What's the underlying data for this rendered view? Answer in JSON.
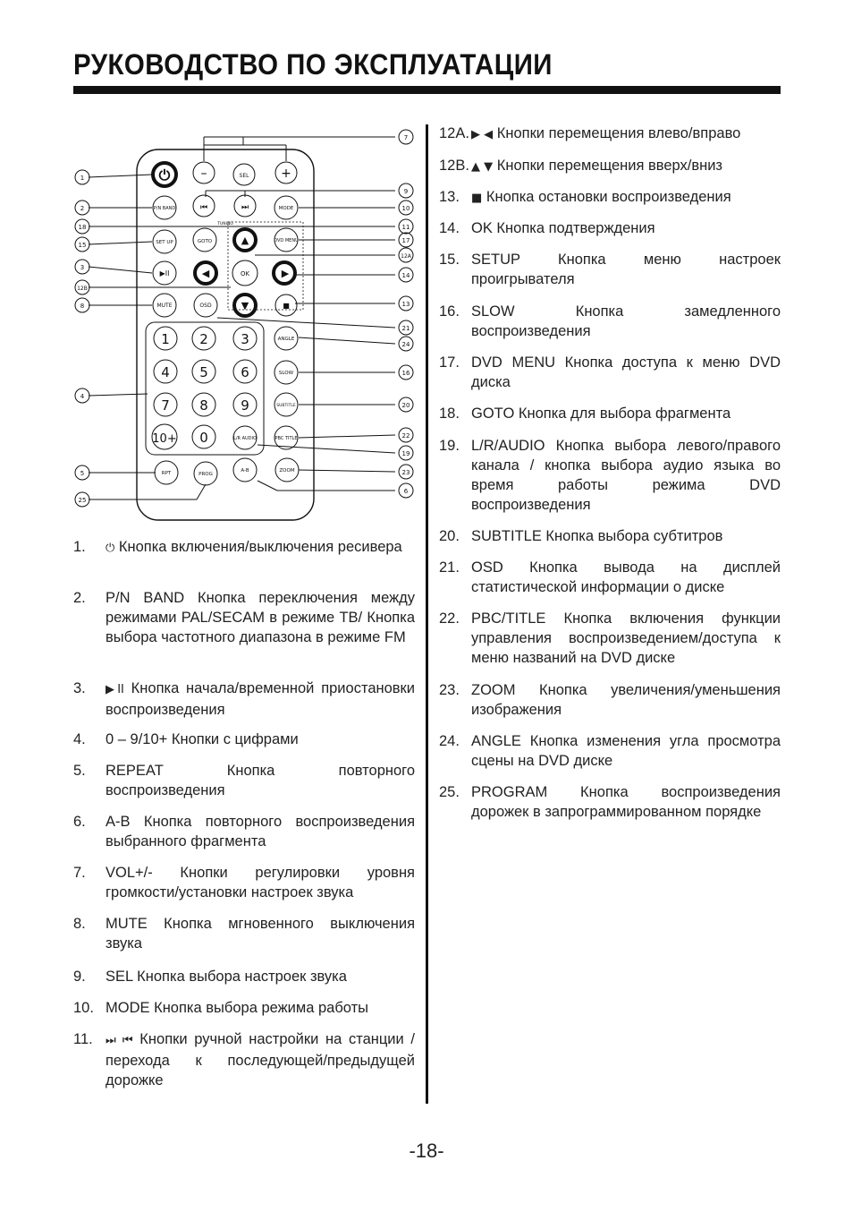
{
  "header": {
    "title": "РУКОВОДСТВО ПО ЭКСПЛУАТАЦИИ"
  },
  "remote": {
    "buttons": {
      "power_symbol": "⏻",
      "vol_minus": "–",
      "sel": "SEL",
      "vol_plus": "+",
      "pn_band": "P/N BAND",
      "prev": "⏮",
      "next": "⏭",
      "mode": "MODE",
      "tuning": "TUNING",
      "setup": "SET UP",
      "goto": "GOTO",
      "up": "▲",
      "dvd_menu": "DVD MENU",
      "play_pause": "▶II",
      "left": "◀",
      "ok": "OK",
      "right": "▶",
      "mute": "MUTE",
      "osd": "OSD",
      "down": "▼",
      "stop": "■",
      "digits": [
        "1",
        "2",
        "3",
        "4",
        "5",
        "6",
        "7",
        "8",
        "9",
        "10+",
        "0"
      ],
      "angle": "ANGLE",
      "slow": "SLOW",
      "subtitle": "SUBTITLE",
      "lr_audio": "L/R AUDIO",
      "pbc_title": "PBC TITLE",
      "rpt": "RPT",
      "prog": "PROG",
      "ab": "A-B",
      "zoom": "ZOOM"
    },
    "callouts_left": [
      "1",
      "2",
      "18",
      "15",
      "3",
      "12B",
      "8",
      "4",
      "5",
      "25"
    ],
    "callouts_right": [
      "7",
      "9",
      "10",
      "11",
      "17",
      "12A",
      "14",
      "13",
      "21",
      "24",
      "16",
      "20",
      "22",
      "19",
      "23",
      "6"
    ]
  },
  "left_list": [
    {
      "num": "1.",
      "symbol": "⏻",
      "text": "Кнопка включения/выключения ресивера"
    },
    {
      "num": "2.",
      "text": "P/N BAND Кнопка переключения между режимами PAL/SECAM в режиме ТВ/ Кнопка выбора частотного диапазона в режиме FM"
    },
    {
      "num": "3.",
      "symbol": "▶II",
      "text": "Кнопка начала/временной приостановки воспроизведения"
    },
    {
      "num": "4.",
      "text": "0 – 9/10+ Кнопки с цифрами"
    },
    {
      "num": "5.",
      "text": "REPEAT Кнопка повторного воспроизведения"
    },
    {
      "num": "6.",
      "text": "A-B Кнопка повторного воспроизведения выбранного фрагмента"
    },
    {
      "num": "7.",
      "text": "VOL+/- Кнопки регулировки уровня громкости/установки настроек звука"
    },
    {
      "num": "8.",
      "text": "MUTE Кнопка мгновенного выключения звука"
    },
    {
      "num": "9.",
      "text": "SEL Кнопка выбора настроек звука"
    },
    {
      "num": "10.",
      "text": "MODE Кнопка выбора режима работы"
    },
    {
      "num": "11.",
      "symbol": "⏭ ⏮",
      "text": "Кнопки ручной настройки на станции / перехода к последующей/предыдущей дорожке"
    }
  ],
  "right_list": [
    {
      "num": "12A.",
      "symbol": "▶ ◀",
      "text": "Кнопки перемещения влево/вправо"
    },
    {
      "num": "12B.",
      "symbol": "▲ ▼",
      "text": "Кнопки перемещения вверх/вниз"
    },
    {
      "num": "13.",
      "symbol": "■",
      "text": "Кнопка остановки воспроизведения"
    },
    {
      "num": "14.",
      "text": "OK Кнопка подтверждения"
    },
    {
      "num": "15.",
      "text": "SETUP Кнопка меню настроек проигрывателя"
    },
    {
      "num": "16.",
      "text": "SLOW Кнопка замедленного воспроизведения"
    },
    {
      "num": "17.",
      "text": "DVD MENU Кнопка доступа к меню DVD диска"
    },
    {
      "num": "18.",
      "text": "GOTO Кнопка для выбора фрагмента"
    },
    {
      "num": "19.",
      "text": "L/R/AUDIO Кнопка выбора левого/правого канала / кнопка выбора аудио языка во время работы режима DVD воспроизведения"
    },
    {
      "num": "20.",
      "text": "SUBTITLE Кнопка выбора субтитров"
    },
    {
      "num": "21.",
      "text": "OSD Кнопка вывода на дисплей статистической информации о диске"
    },
    {
      "num": "22.",
      "text": "PBC/TITLE Кнопка включения функции управления воспроизведением/доступа к меню названий на DVD диске"
    },
    {
      "num": "23.",
      "text": "ZOOM Кнопка увеличения/уменьшения изображения"
    },
    {
      "num": "24.",
      "text": "ANGLE Кнопка изменения угла просмотра сцены на DVD диске"
    },
    {
      "num": "25.",
      "text": "PROGRAM Кнопка воспроизведения дорожек в запрограммированном порядке"
    }
  ],
  "footer": {
    "page_number": "-18-"
  }
}
